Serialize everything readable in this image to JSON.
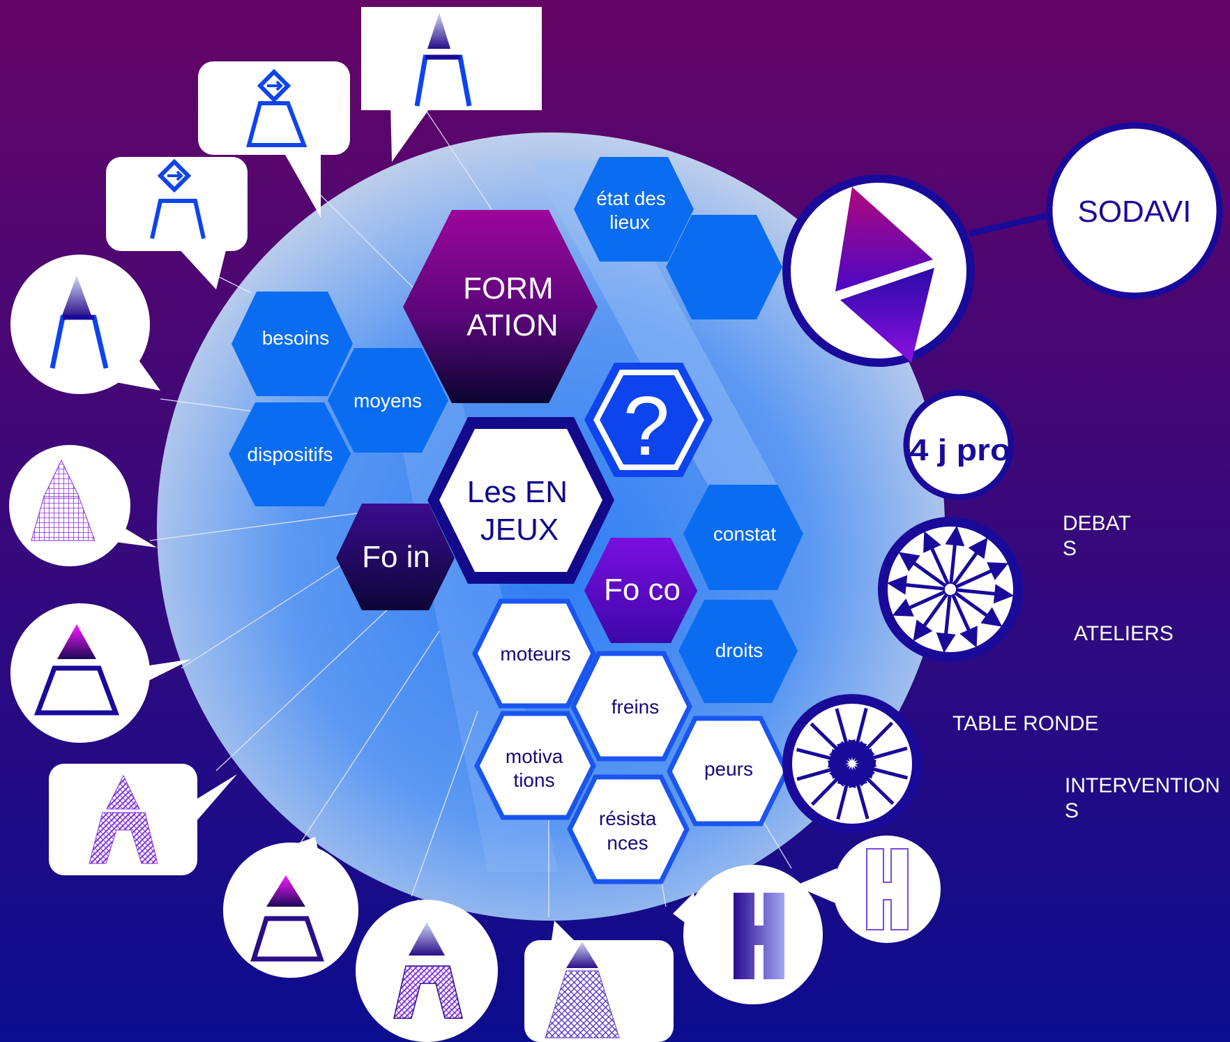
{
  "colors": {
    "bg_top": "#650466",
    "bg_bottom": "#0b0d8f",
    "hex_blue": "#0a6cf0",
    "hex_dark_purple": "#2a0a66",
    "hex_violet": "#6a0bd0",
    "outline_blue": "#0d44ee",
    "navy": "#150a7a",
    "white": "#ffffff"
  },
  "hexagons": {
    "formation": "FORM ATION",
    "etat": "état des lieux",
    "besoins": "besoins",
    "moyens": "moyens",
    "dispositifs": "dispositifs",
    "question": "?",
    "enjeux": "Les EN JEUX",
    "fo_in": "Fo in",
    "fo_co": "Fo co",
    "constat": "constat",
    "droits": "droits",
    "moteurs": "moteurs",
    "freins": "freins",
    "motivations": "motiva tions",
    "peurs": "peurs",
    "resistances": "résista nces"
  },
  "sodavi": "SODAVI",
  "pro_badge": "4 j pro",
  "labels": {
    "debats": "DEBAT S",
    "ateliers": "ATELIERS",
    "table_ronde": "TABLE RONDE",
    "interventions": "INTERVENTION S"
  },
  "icons": [
    "person-icon",
    "person-icon",
    "person-icon",
    "person-icon",
    "person-icon",
    "person-icon",
    "person-icon",
    "person-icon",
    "person-icon",
    "person-icon",
    "h-letter-icon",
    "h-letter-icon"
  ]
}
